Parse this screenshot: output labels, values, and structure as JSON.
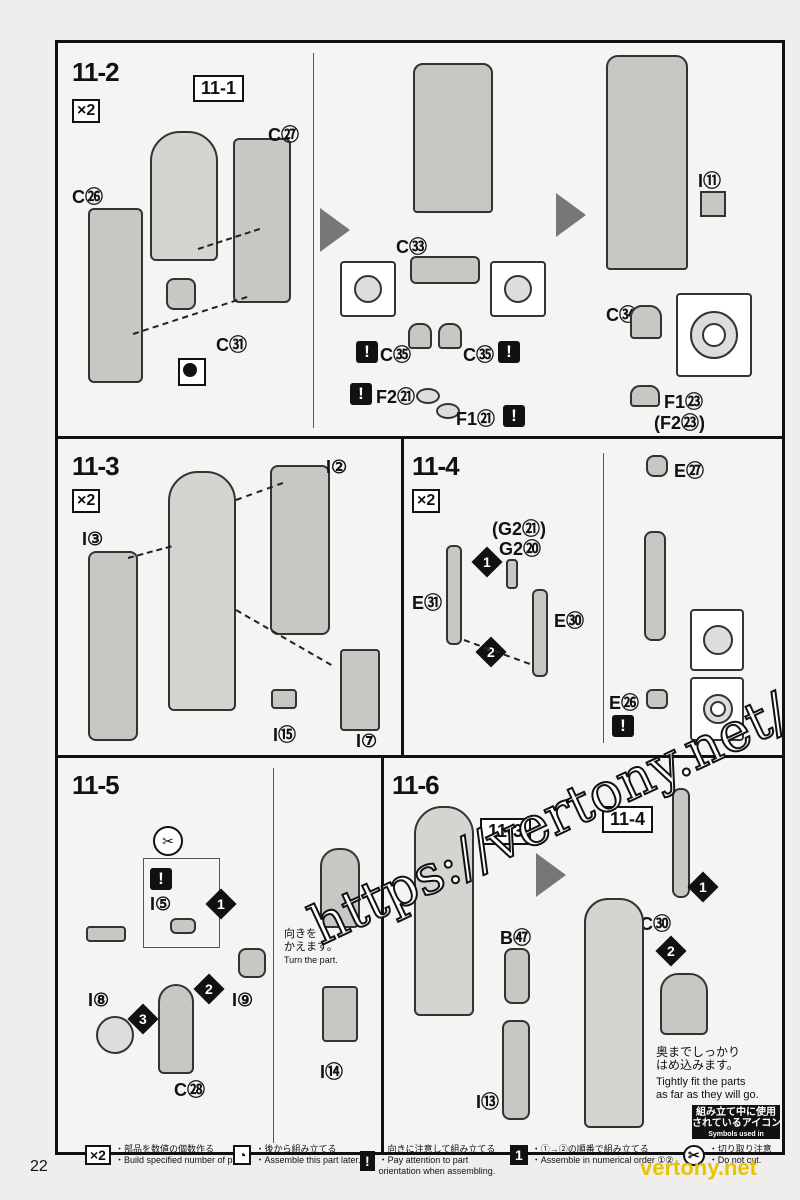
{
  "page_number": "22",
  "watermark": "https://vertony.net/",
  "watermark_small": "vertony.net",
  "step_11_2": {
    "title": "11-2",
    "multiplier": "×2",
    "ref": "11-1",
    "parts": [
      "C㉗",
      "C㉖",
      "C㉛",
      "C㉝",
      "C㉟",
      "C㉟",
      "F2㉑",
      "F1㉑",
      "I⑪",
      "C㉞",
      "F1㉓",
      "(F2㉓)"
    ]
  },
  "step_11_3": {
    "title": "11-3",
    "multiplier": "×2",
    "parts": [
      "I②",
      "I③",
      "I⑮",
      "I⑦"
    ]
  },
  "step_11_4": {
    "title": "11-4",
    "multiplier": "×2",
    "parts": [
      "(G2㉑)",
      "G2⑳",
      "E㉛",
      "E㉚",
      "E㉗",
      "E㉖"
    ]
  },
  "step_11_5": {
    "title": "11-5",
    "parts": [
      "I⑤",
      "I⑧",
      "I⑨",
      "C㉘",
      "I⑭"
    ],
    "turn_jp": "向きを\nかえます。",
    "turn_en": "Turn the part."
  },
  "step_11_6": {
    "title": "11-6",
    "ref_a": "11-3",
    "ref_b": "11-4",
    "parts": [
      "B㊼",
      "I⑬",
      "C㉚"
    ],
    "fit_jp": "奥までしっかり\nはめ込みます。",
    "fit_en": "Tightly fit the parts\nas far as they will go."
  },
  "symbols_box": {
    "jp": "組み立て中に使用\nされているアイコン",
    "en": "Symbols used in instructions"
  },
  "footer": [
    {
      "icon": "×2",
      "jp": "・部品を数値の個数作る",
      "en": "・Build specified number of parts."
    },
    {
      "icon": "◔",
      "jp": "・後から組み立てる",
      "en": "・Assemble this part later."
    },
    {
      "icon": "!",
      "jp": "・向きに注意して組み立てる",
      "en": "・Pay attention to part orientation when assembling."
    },
    {
      "icon": "1",
      "jp": "・①→②の順番で組み立てる",
      "en": "・Assemble in numerical order ①②"
    },
    {
      "icon": "✂",
      "jp": "・切り取り注意",
      "en": "・Do not cut."
    }
  ]
}
